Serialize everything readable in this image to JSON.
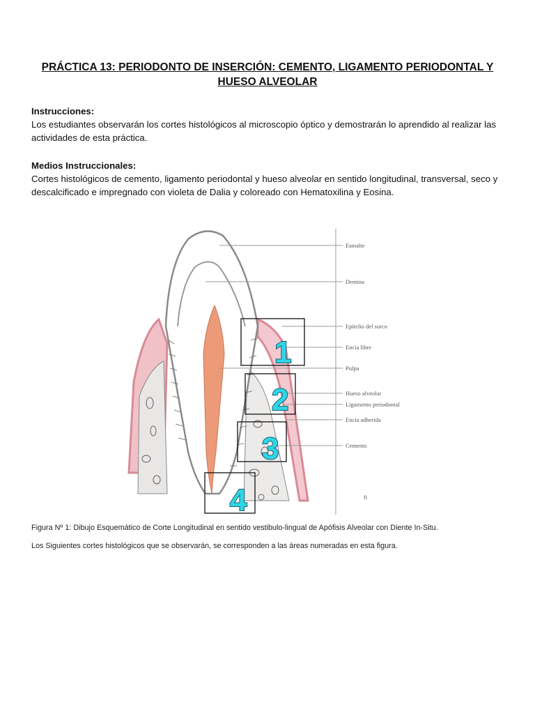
{
  "title": "PRÁCTICA 13: PERIODONTO DE INSERCIÓN: CEMENTO, LIGAMENTO PERIODONTAL Y HUESO ALVEOLAR",
  "instructions": {
    "heading": "Instrucciones:",
    "text": "Los estudiantes observarán los cortes histológicos al microscopio óptico y demostrarán lo aprendido al realizar las actividades de esta práctica."
  },
  "media": {
    "heading": "Medios Instruccionales:",
    "text": "Cortes histológicos de cemento, ligamento periodontal y hueso alveolar en sentido longitudinal, transversal, seco y descalcificado e impregnado con violeta de Dalia y coloreado con Hematoxilina y Eosina."
  },
  "figure": {
    "labels": [
      "Esmalte",
      "Dentina",
      "Epitelio del surco",
      "Encía libre",
      "Pulpa",
      "Hueso alveolar",
      "Ligamento periodontal",
      "Encía adherida",
      "Cemento"
    ],
    "area_numbers": [
      "1",
      "2",
      "3",
      "4"
    ],
    "corner_mark": "fi",
    "colors": {
      "gingiva": "#d98a96",
      "pulp": "#ec9a78",
      "box": "#111111",
      "number_fill": "#2fd6e6"
    }
  },
  "caption": "Figura Nº 1: Dibujo Esquemático de Corte Longitudinal en sentido vestibulo-lingual de Apófisis Alveolar con Diente In-Situ.",
  "note": "Los Siguientes cortes histológicos que se observarán, se corresponden a las áreas numeradas en esta figura."
}
